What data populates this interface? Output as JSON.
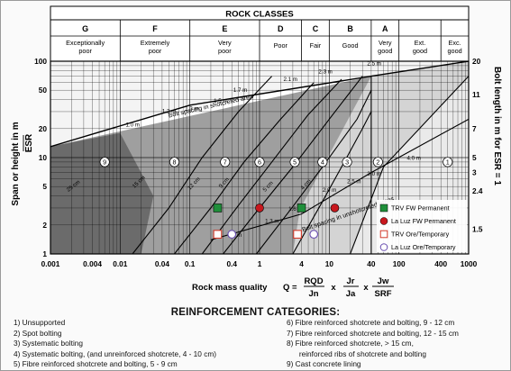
{
  "chart_data": {
    "type": "line",
    "title": "ROCK CLASSES",
    "xlabel": "Rock mass quality",
    "ylabel": "Span or height in m / ESR",
    "y2label": "Bolt length in m for ESR = 1",
    "xscale": "log",
    "yscale": "log",
    "xlim": [
      0.001,
      1000
    ],
    "ylim": [
      1,
      100
    ],
    "grid": true,
    "xticks": [
      "0.001",
      "0.004",
      "0.01",
      "0.04",
      "0.1",
      "0.4",
      "1",
      "4",
      "10",
      "40",
      "100",
      "400",
      "1000"
    ],
    "yticks": [
      "1",
      "2",
      "5",
      "10",
      "20",
      "50",
      "100"
    ],
    "y2ticks": [
      "1.5",
      "2.4",
      "3",
      "5",
      "7",
      "11",
      "20"
    ],
    "formula": {
      "prefix": "Q =",
      "terms": [
        [
          "RQD",
          "Jn"
        ],
        [
          "Jr",
          "Ja"
        ],
        [
          "Jw",
          "SRF"
        ]
      ],
      "op": "x"
    },
    "rock_classes": [
      {
        "letter": "G",
        "desc": "Exceptionally poor",
        "from": 0.001,
        "to": 0.01
      },
      {
        "letter": "F",
        "desc": "Extremely poor",
        "from": 0.01,
        "to": 0.1
      },
      {
        "letter": "E",
        "desc": "Very poor",
        "from": 0.1,
        "to": 1
      },
      {
        "letter": "D",
        "desc": "Poor",
        "from": 1,
        "to": 4
      },
      {
        "letter": "C",
        "desc": "Fair",
        "from": 4,
        "to": 10
      },
      {
        "letter": "B",
        "desc": "Good",
        "from": 10,
        "to": 40
      },
      {
        "letter": "A",
        "desc": "Very good",
        "from": 40,
        "to": 100
      },
      {
        "letter": "",
        "desc": "Ext. good",
        "from": 100,
        "to": 400
      },
      {
        "letter": "",
        "desc": "Exc. good",
        "from": 400,
        "to": 1000
      }
    ],
    "zones": [
      "1",
      "2",
      "3",
      "4",
      "5",
      "6",
      "7",
      "8",
      "9"
    ],
    "zone_label_points": [
      {
        "label": "1",
        "q": 500,
        "s": 9
      },
      {
        "label": "2",
        "q": 50,
        "s": 9
      },
      {
        "label": "3",
        "q": 18,
        "s": 9
      },
      {
        "label": "4",
        "q": 8,
        "s": 9
      },
      {
        "label": "5",
        "q": 3.2,
        "s": 9
      },
      {
        "label": "6",
        "q": 1.0,
        "s": 9
      },
      {
        "label": "7",
        "q": 0.32,
        "s": 9
      },
      {
        "label": "8",
        "q": 0.06,
        "s": 9
      },
      {
        "label": "9",
        "q": 0.006,
        "s": 9
      }
    ],
    "bolt_spacing_shotcrete": {
      "label": "Bolt spacing in shotcreted area",
      "spacings": [
        "1.0 m",
        "1.2 m",
        "1.3 m",
        "1.5 m",
        "1.7 m",
        "2.1 m",
        "2.3 m",
        "2.5 m"
      ]
    },
    "bolt_spacing_unshotcreted": {
      "label": "Bolt spacing in unshotcreted areas",
      "spacings": [
        "1.0 m",
        "1.3 m",
        "1.6 m",
        "2.0 m",
        "2.5 m",
        "3.0 m",
        "4.0 m"
      ]
    },
    "shotcrete_thickness": [
      "25 cm",
      "15 cm",
      "12 cm",
      "9 cm",
      "5 cm",
      "4 cm"
    ],
    "series": [
      {
        "name": "TRV FW Permanent",
        "marker": "square-filled",
        "color": "#1f8f3a",
        "points": [
          {
            "x": 0.25,
            "y": 3.0
          },
          {
            "x": 4.0,
            "y": 3.0
          }
        ]
      },
      {
        "name": "La Luz FW Permanent",
        "marker": "circle-filled",
        "color": "#c8181e",
        "points": [
          {
            "x": 1.0,
            "y": 3.0
          },
          {
            "x": 12.0,
            "y": 3.0
          }
        ]
      },
      {
        "name": "TRV Ore/Temporary",
        "marker": "square-open",
        "color": "#d23a2a",
        "points": [
          {
            "x": 0.25,
            "y": 1.6
          },
          {
            "x": 3.5,
            "y": 1.6
          }
        ]
      },
      {
        "name": "La Luz Ore/Temporary",
        "marker": "circle-open",
        "color": "#6a4fb0",
        "points": [
          {
            "x": 0.4,
            "y": 1.6
          },
          {
            "x": 6.0,
            "y": 1.6
          }
        ]
      }
    ]
  },
  "reinforcement": {
    "title": "REINFORCEMENT CATEGORIES:",
    "left": [
      "1)  Unsupported",
      "2)  Spot bolting",
      "3)  Systematic bolting",
      "4)  Systematic bolting, (and unreinforced shotcrete, 4 - 10 cm)",
      "5)  Fibre reinforced shotcrete and bolting, 5 - 9 cm"
    ],
    "right": [
      "6)  Fibre reinforced shotcrete and bolting, 9 - 12 cm",
      "7)  Fibre reinforced shotcrete and bolting, 12 - 15 cm",
      "8)  Fibre reinforced shotcrete, > 15 cm,",
      "      reinforced ribs of shotcrete and bolting",
      "9)  Cast concrete lining"
    ]
  },
  "colors": {
    "dark": "#6b6b6b",
    "mid": "#9f9f9f",
    "light": "#d4d4d4",
    "vlight": "#eaeaea"
  }
}
